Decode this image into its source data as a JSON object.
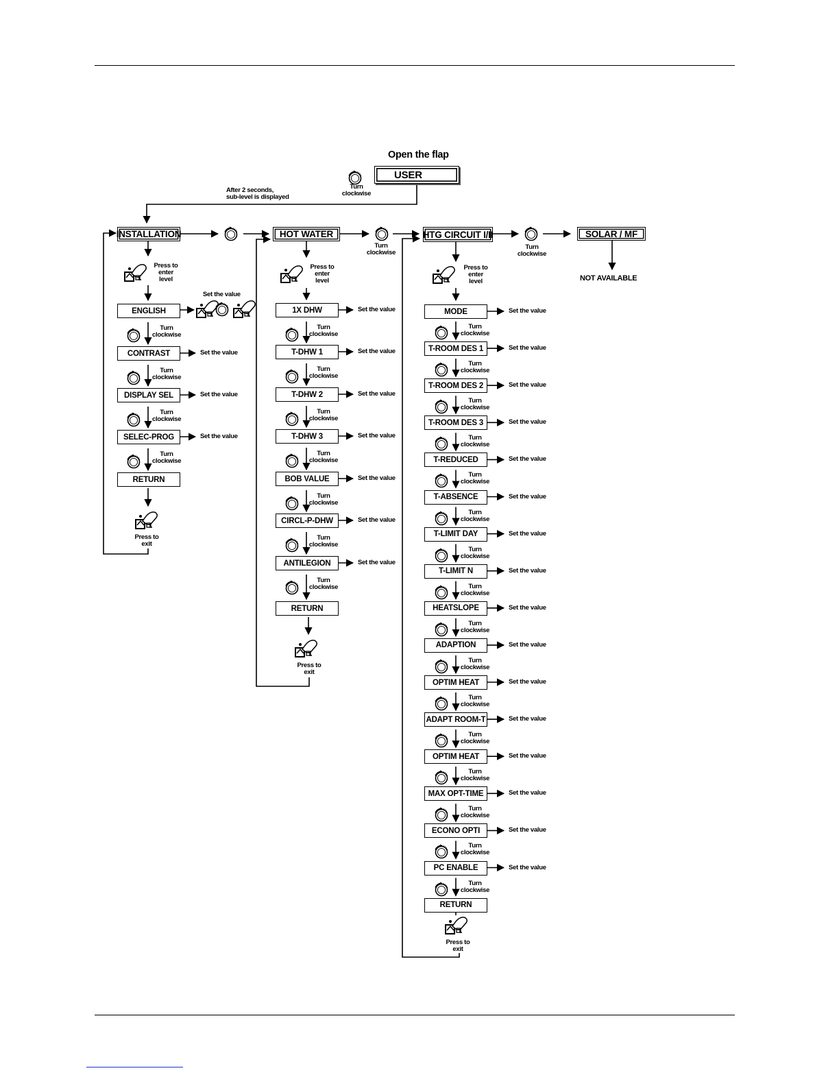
{
  "flap_title": "Open the flap",
  "user_box": "USER",
  "turn_clockwise_top": [
    "Turn",
    "clockwise"
  ],
  "after_note": [
    "After 2 seconds,",
    "sub-level is displayed"
  ],
  "installation": {
    "header": "INSTALLATION",
    "press_enter": [
      "Press to",
      "enter",
      "level"
    ],
    "english": "ENGLISH",
    "english_set_value": "Set the value",
    "items": [
      "CONTRAST",
      "DISPLAY SEL",
      "SELEC-PROG",
      "RETURN"
    ],
    "press_exit": [
      "Press to",
      "exit"
    ]
  },
  "hot_water": {
    "header": "HOT WATER",
    "press_enter": [
      "Press to",
      "enter",
      "level"
    ],
    "items": [
      "1X DHW",
      "T-DHW 1",
      "T-DHW 2",
      "T-DHW 3",
      "BOB VALUE",
      "CIRCL-P-DHW",
      "ANTILEGION",
      "RETURN"
    ],
    "press_exit": [
      "Press to",
      "exit"
    ]
  },
  "htg_circuit": {
    "header": "HTG CIRCUIT I/II",
    "press_enter": [
      "Press to",
      "enter",
      "level"
    ],
    "items": [
      "MODE",
      "T-ROOM DES 1",
      "T-ROOM DES 2",
      "T-ROOM DES 3",
      "T-REDUCED",
      "T-ABSENCE",
      "T-LIMIT DAY",
      "T-LIMIT N",
      "HEATSLOPE",
      "ADAPTION",
      "OPTIM HEAT",
      "ADAPT ROOM-T",
      "OPTIM HEAT",
      "MAX OPT-TIME",
      "ECONO OPTI",
      "PC ENABLE",
      "RETURN"
    ],
    "press_exit": [
      "Press to",
      "exit"
    ]
  },
  "solar": {
    "header": "SOLAR / MF",
    "status": "NOT AVAILABLE"
  },
  "turn_label": [
    "Turn",
    "clockwise"
  ],
  "set_value": "Set the value",
  "icons": {
    "knob": "rotary-knob-icon",
    "press": "press-hand-icon"
  }
}
